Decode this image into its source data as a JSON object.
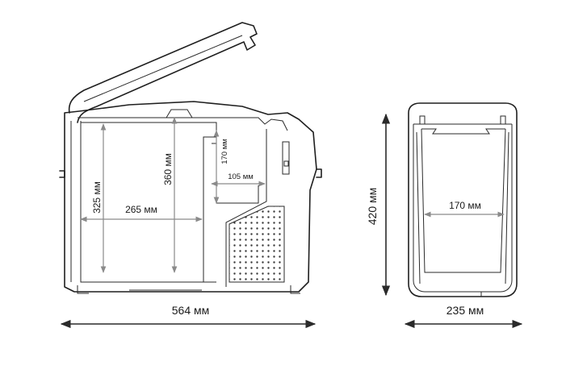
{
  "labels": {
    "inner_depth": "325 мм",
    "inner_width": "265 мм",
    "inner_max_height": "360 мм",
    "step_height": "170 мм",
    "step_width": "105 мм",
    "length": "564 мм",
    "height": "420 мм",
    "inner_width_front": "170 мм",
    "width": "235 мм"
  },
  "colors": {
    "outline": "#1f1f1f",
    "dimension_line": "#8a8a8a",
    "dimension_arrow": "#2a2a2a"
  }
}
